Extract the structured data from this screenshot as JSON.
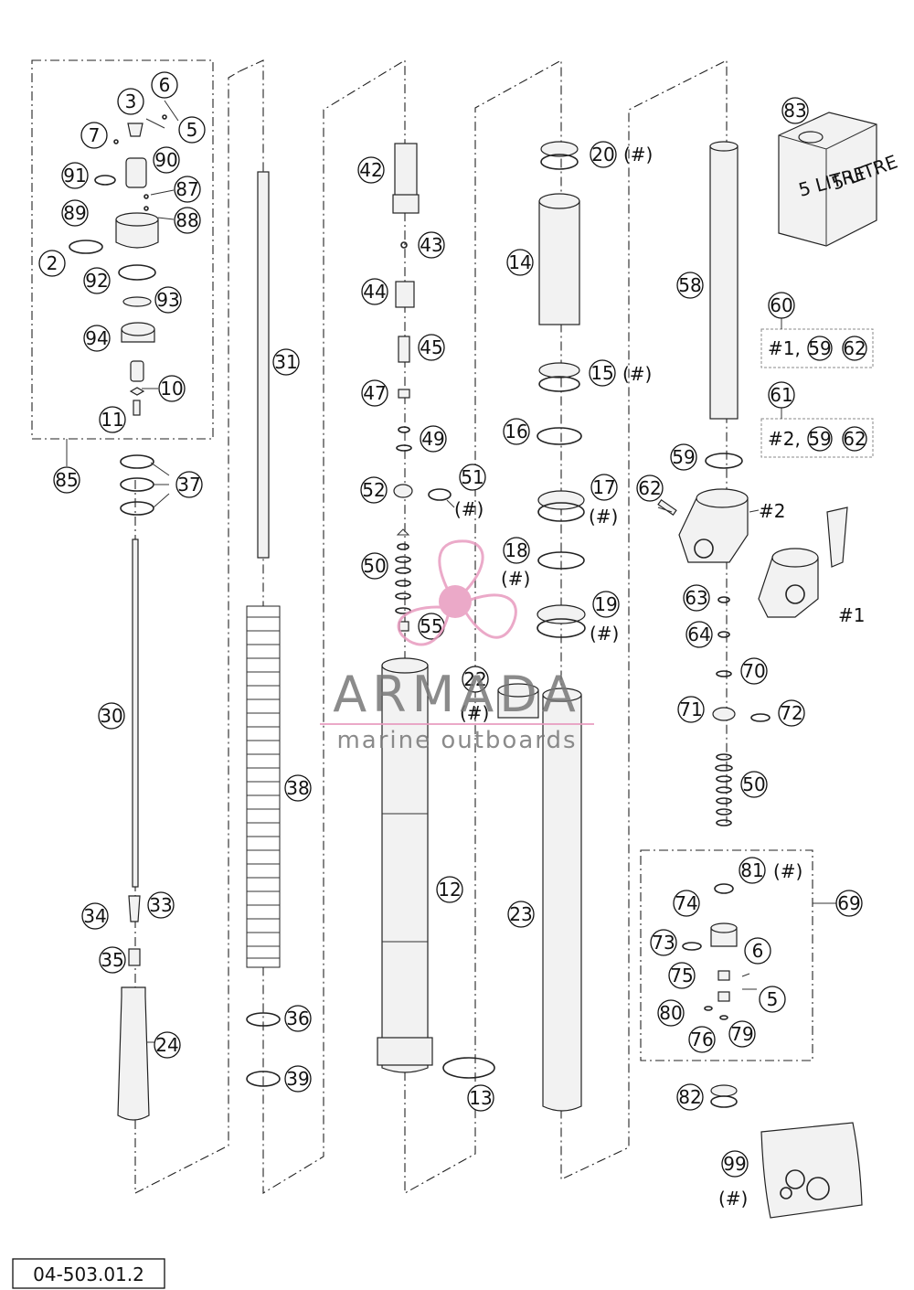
{
  "diagram_code": "04-503.01.2",
  "part_numbers": [
    "2",
    "3",
    "5",
    "6",
    "7",
    "10",
    "11",
    "12",
    "13",
    "14",
    "15",
    "16",
    "17",
    "18",
    "19",
    "20",
    "22",
    "23",
    "24",
    "30",
    "31",
    "33",
    "34",
    "35",
    "36",
    "37",
    "38",
    "39",
    "42",
    "43",
    "44",
    "45",
    "47",
    "49",
    "50",
    "51",
    "52",
    "55",
    "58",
    "59",
    "60",
    "61",
    "62",
    "63",
    "64",
    "69",
    "70",
    "71",
    "72",
    "73",
    "74",
    "75",
    "76",
    "79",
    "80",
    "81",
    "82",
    "83",
    "85",
    "87",
    "88",
    "89",
    "90",
    "91",
    "92",
    "93",
    "94",
    "99"
  ],
  "symbols": {
    "hash": "(#)",
    "variant_1": "#1",
    "variant_2": "#2"
  },
  "variant_boxes": {
    "box_60": "#1,",
    "box_61": "#2,"
  },
  "container_label": {
    "line1": "5 LITRE",
    "line2": "5 LITRE"
  },
  "watermark": {
    "brand": "ARMADA",
    "tagline": "marine outboards",
    "color": "#e89bbf"
  }
}
